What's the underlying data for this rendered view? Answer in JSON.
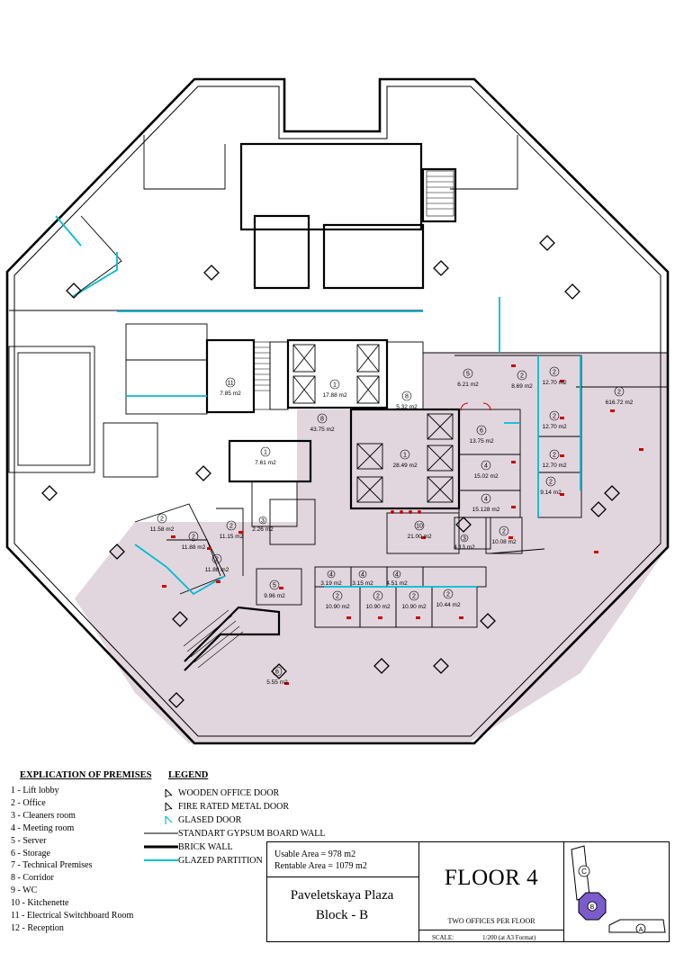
{
  "plan": {
    "rooms": [
      {
        "num": "1",
        "area": "17.88 m2"
      },
      {
        "num": "1",
        "area": "28.49 m2"
      },
      {
        "num": "1",
        "area": "7.61 m2"
      },
      {
        "num": "11",
        "area": "7.85 m2"
      },
      {
        "num": "8",
        "area": "43.75 m2"
      },
      {
        "num": "8",
        "area": "5.32 m2"
      },
      {
        "num": "5",
        "area": "6.21 m2"
      },
      {
        "num": "2",
        "area": "8.69 m2"
      },
      {
        "num": "2",
        "area": "12.70 m2"
      },
      {
        "num": "2",
        "area": "616.72 m2"
      },
      {
        "num": "2",
        "area": "12.70 m2"
      },
      {
        "num": "2",
        "area": "12.70 m2"
      },
      {
        "num": "2",
        "area": "9.14 m2"
      },
      {
        "num": "6",
        "area": "13.75 m2"
      },
      {
        "num": "4",
        "area": "15.02 m2"
      },
      {
        "num": "4",
        "area": "15.128 m2"
      },
      {
        "num": "10",
        "area": "21.00 m2"
      },
      {
        "num": "3",
        "area": "4.13 m2"
      },
      {
        "num": "2",
        "area": "10.08 m2"
      },
      {
        "num": "2",
        "area": "11.58 m2"
      },
      {
        "num": "2",
        "area": "11.88 m2"
      },
      {
        "num": "2",
        "area": "11.88 m2"
      },
      {
        "num": "2",
        "area": "11.15 m2"
      },
      {
        "num": "3",
        "area": "2.26 m2"
      },
      {
        "num": "5",
        "area": "9.96 m2"
      },
      {
        "num": "4",
        "area": "3.19 m2"
      },
      {
        "num": "4",
        "area": "3.15 m2"
      },
      {
        "num": "4",
        "area": "4.51 m2"
      },
      {
        "num": "2",
        "area": "10.90 m2"
      },
      {
        "num": "2",
        "area": "10.90 m2"
      },
      {
        "num": "2",
        "area": "10.90 m2"
      },
      {
        "num": "2",
        "area": "10.44 m2"
      },
      {
        "num": "6",
        "area": "5.55 m2"
      }
    ]
  },
  "explication": {
    "title": "EXPLICATION OF PREMISES",
    "items": [
      "1 - Lift lobby",
      "2 - Office",
      "3 - Cleaners room",
      "4 - Meeting room",
      "5 - Server",
      "6 - Storage",
      "7 - Technical Premises",
      "8 - Corridor",
      "9 - WC",
      "10 - Kitchenette",
      "11 - Electrical Switchboard Room",
      "12 - Reception"
    ]
  },
  "legend": {
    "title": "LEGEND",
    "wooden_door": "WOODEN OFFICE DOOR",
    "metal_door": "FIRE RATED METAL DOOR",
    "glased_door": "GLASED DOOR",
    "gypsum_wall": "STANDART GYPSUM BOARD WALL",
    "brick_wall": "BRICK WALL",
    "glazed_partition": "GLAZED PARTITION"
  },
  "title_block": {
    "usable_area": "Usable Area = 978 m2",
    "rentable_area": "Rentable Area = 1079 m2",
    "project_line1": "Paveletskaya Plaza",
    "project_line2": "Block - B",
    "floor": "FLOOR 4",
    "offices": "TWO OFFICES PER FLOOR",
    "scale_label": "SCALE:",
    "scale_value": "1/200 (at A3 Format)",
    "key_c": "C",
    "key_b": "B",
    "key_a": "A"
  },
  "colors": {
    "tenant_fill": "#e2d6de",
    "glazed": "#00bcd4",
    "door_red": "#cc0000",
    "key_purple": "#7b5ccc"
  }
}
